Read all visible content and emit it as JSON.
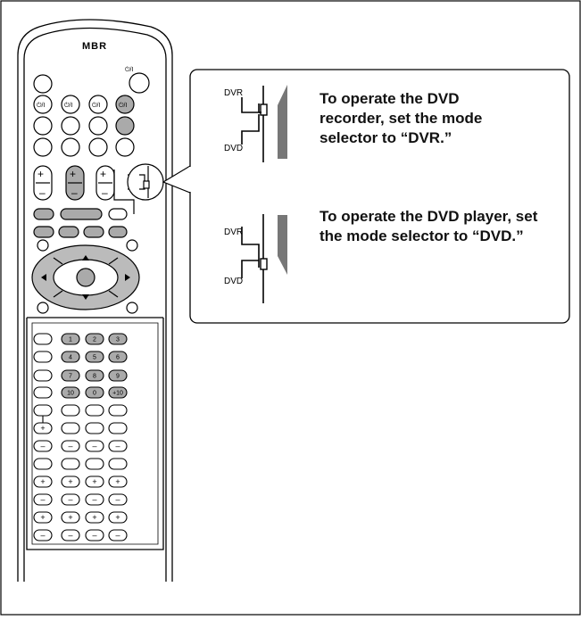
{
  "remote": {
    "brand": "MBR",
    "power_symbol": "⏻/I",
    "number_keys": [
      "1",
      "2",
      "3",
      "4",
      "5",
      "6",
      "7",
      "8",
      "9",
      "10",
      "0",
      "+10"
    ]
  },
  "callout": {
    "top": {
      "label_upper": "DVR",
      "label_lower": "DVD",
      "instruction": "To operate the DVD recorder, set the mode selector to “DVR.”"
    },
    "bottom": {
      "label_upper": "DVR",
      "label_lower": "DVD",
      "instruction": "To operate the DVD player, set the mode selector to “DVD.”"
    }
  }
}
